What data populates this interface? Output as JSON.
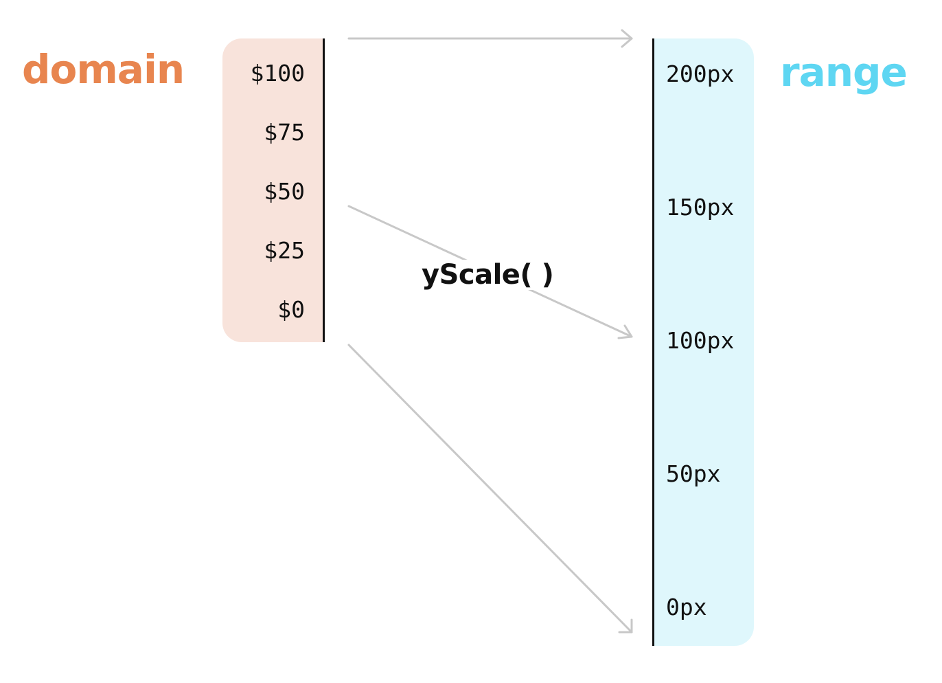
{
  "diagram": {
    "domain_title": "domain",
    "range_title": "range",
    "function_label": "yScale( )",
    "domain_ticks": [
      "$100",
      "$75",
      "$50",
      "$25",
      "$0"
    ],
    "range_ticks": [
      "200px",
      "150px",
      "100px",
      "50px",
      "0px"
    ],
    "mappings": [
      {
        "from": "$100",
        "to": "200px"
      },
      {
        "from": "$50",
        "to": "100px"
      },
      {
        "from": "$0",
        "to": "0px"
      }
    ],
    "colors": {
      "domain_title": "#E8854F",
      "domain_panel": "#F8E3DB",
      "range_title": "#5ED6F2",
      "range_panel": "#DFF7FC",
      "arrow": "#C8C8C8",
      "axis": "#111111"
    }
  }
}
